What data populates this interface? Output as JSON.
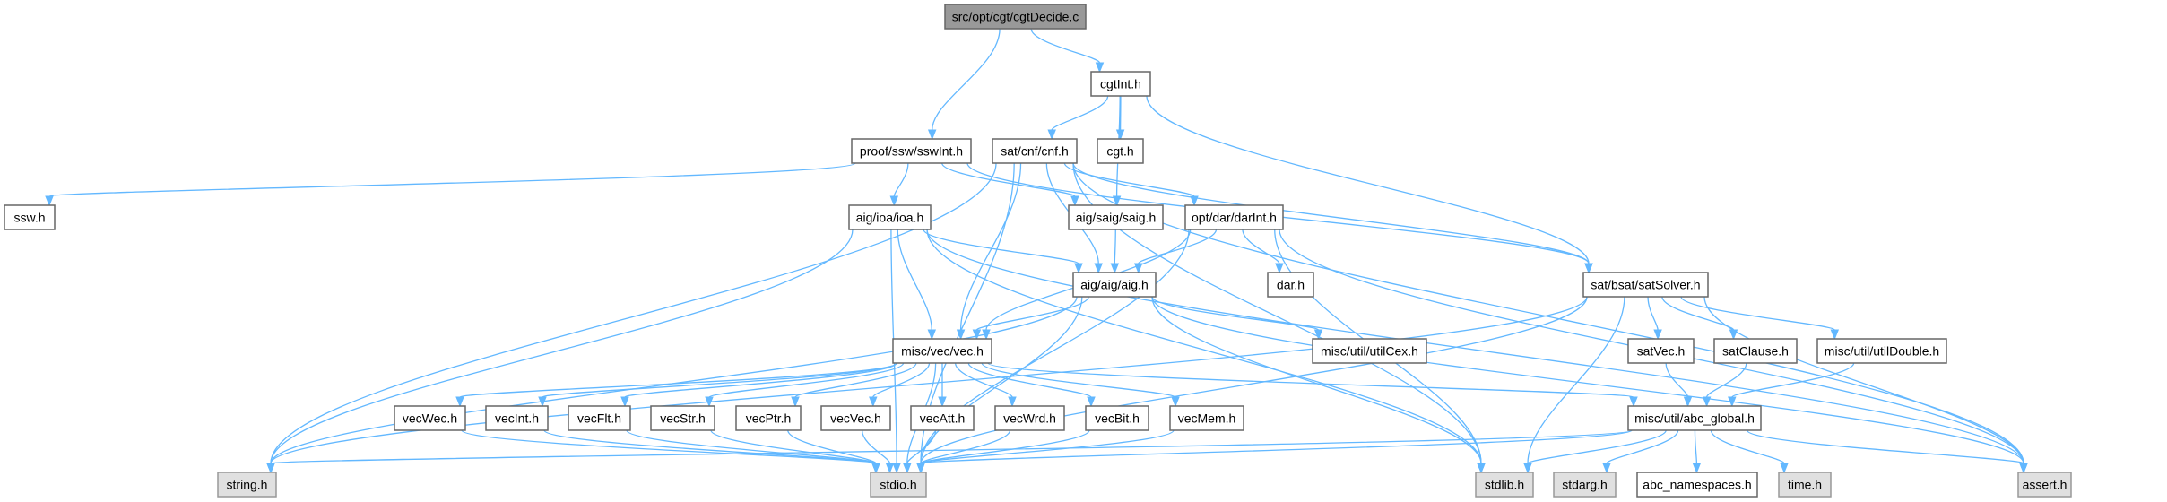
{
  "diagram": {
    "type": "include-dependency-graph",
    "root": "src/opt/cgt/cgtDecide.c",
    "colors": {
      "root_fill": "#999999",
      "root_border": "#666666",
      "node_fill": "#ffffff",
      "node_border": "#666666",
      "system_fill": "#e0e0e0",
      "system_border": "#999999",
      "edge": "#63b8ff"
    },
    "nodes": [
      {
        "id": "root",
        "label": "src/opt/cgt/cgtDecide.c",
        "kind": "root"
      },
      {
        "id": "cgtInt",
        "label": "cgtInt.h",
        "kind": "file"
      },
      {
        "id": "sswInt",
        "label": "proof/ssw/sswInt.h",
        "kind": "file"
      },
      {
        "id": "cnf",
        "label": "sat/cnf/cnf.h",
        "kind": "file"
      },
      {
        "id": "cgt",
        "label": "cgt.h",
        "kind": "file"
      },
      {
        "id": "ssw",
        "label": "ssw.h",
        "kind": "file"
      },
      {
        "id": "ioa",
        "label": "aig/ioa/ioa.h",
        "kind": "file"
      },
      {
        "id": "saig",
        "label": "aig/saig/saig.h",
        "kind": "file"
      },
      {
        "id": "darInt",
        "label": "opt/dar/darInt.h",
        "kind": "file"
      },
      {
        "id": "aig",
        "label": "aig/aig/aig.h",
        "kind": "file"
      },
      {
        "id": "dar",
        "label": "dar.h",
        "kind": "file"
      },
      {
        "id": "satSolver",
        "label": "sat/bsat/satSolver.h",
        "kind": "file"
      },
      {
        "id": "vec",
        "label": "misc/vec/vec.h",
        "kind": "file"
      },
      {
        "id": "utilCex",
        "label": "misc/util/utilCex.h",
        "kind": "file"
      },
      {
        "id": "satVec",
        "label": "satVec.h",
        "kind": "file"
      },
      {
        "id": "satClause",
        "label": "satClause.h",
        "kind": "file"
      },
      {
        "id": "utilDouble",
        "label": "misc/util/utilDouble.h",
        "kind": "file"
      },
      {
        "id": "vecWec",
        "label": "vecWec.h",
        "kind": "file"
      },
      {
        "id": "vecInt",
        "label": "vecInt.h",
        "kind": "file"
      },
      {
        "id": "vecFlt",
        "label": "vecFlt.h",
        "kind": "file"
      },
      {
        "id": "vecStr",
        "label": "vecStr.h",
        "kind": "file"
      },
      {
        "id": "vecPtr",
        "label": "vecPtr.h",
        "kind": "file"
      },
      {
        "id": "vecVec",
        "label": "vecVec.h",
        "kind": "file"
      },
      {
        "id": "vecAtt",
        "label": "vecAtt.h",
        "kind": "file"
      },
      {
        "id": "vecWrd",
        "label": "vecWrd.h",
        "kind": "file"
      },
      {
        "id": "vecBit",
        "label": "vecBit.h",
        "kind": "file"
      },
      {
        "id": "vecMem",
        "label": "vecMem.h",
        "kind": "file"
      },
      {
        "id": "abcGlobal",
        "label": "misc/util/abc_global.h",
        "kind": "file"
      },
      {
        "id": "string",
        "label": "string.h",
        "kind": "system"
      },
      {
        "id": "stdio",
        "label": "stdio.h",
        "kind": "system"
      },
      {
        "id": "stdlib",
        "label": "stdlib.h",
        "kind": "system"
      },
      {
        "id": "stdarg",
        "label": "stdarg.h",
        "kind": "system"
      },
      {
        "id": "abcNamespaces",
        "label": "abc_namespaces.h",
        "kind": "file"
      },
      {
        "id": "time",
        "label": "time.h",
        "kind": "system"
      },
      {
        "id": "assert",
        "label": "assert.h",
        "kind": "system"
      }
    ],
    "edges": [
      [
        "root",
        "sswInt"
      ],
      [
        "root",
        "cgtInt"
      ],
      [
        "cgtInt",
        "cnf"
      ],
      [
        "cgtInt",
        "cgt"
      ],
      [
        "cgtInt",
        "saig"
      ],
      [
        "cgtInt",
        "satSolver"
      ],
      [
        "sswInt",
        "ssw"
      ],
      [
        "sswInt",
        "ioa"
      ],
      [
        "sswInt",
        "saig"
      ],
      [
        "sswInt",
        "satSolver"
      ],
      [
        "cnf",
        "aig"
      ],
      [
        "cnf",
        "darInt"
      ],
      [
        "cnf",
        "vec"
      ],
      [
        "cnf",
        "satSolver"
      ],
      [
        "cnf",
        "string"
      ],
      [
        "cnf",
        "stdio"
      ],
      [
        "cnf",
        "stdlib"
      ],
      [
        "cnf",
        "assert"
      ],
      [
        "ioa",
        "vec"
      ],
      [
        "ioa",
        "aig"
      ],
      [
        "ioa",
        "string"
      ],
      [
        "ioa",
        "stdio"
      ],
      [
        "ioa",
        "stdlib"
      ],
      [
        "ioa",
        "assert"
      ],
      [
        "saig",
        "aig"
      ],
      [
        "darInt",
        "aig"
      ],
      [
        "darInt",
        "dar"
      ],
      [
        "darInt",
        "vec"
      ],
      [
        "darInt",
        "stdio"
      ],
      [
        "darInt",
        "stdlib"
      ],
      [
        "darInt",
        "assert"
      ],
      [
        "aig",
        "vec"
      ],
      [
        "aig",
        "utilCex"
      ],
      [
        "aig",
        "string"
      ],
      [
        "aig",
        "stdio"
      ],
      [
        "aig",
        "stdlib"
      ],
      [
        "aig",
        "assert"
      ],
      [
        "satSolver",
        "satVec"
      ],
      [
        "satSolver",
        "satClause"
      ],
      [
        "satSolver",
        "utilDouble"
      ],
      [
        "satSolver",
        "string"
      ],
      [
        "satSolver",
        "stdio"
      ],
      [
        "satSolver",
        "stdlib"
      ],
      [
        "satSolver",
        "assert"
      ],
      [
        "vec",
        "vecWec"
      ],
      [
        "vec",
        "vecInt"
      ],
      [
        "vec",
        "vecFlt"
      ],
      [
        "vec",
        "vecStr"
      ],
      [
        "vec",
        "vecPtr"
      ],
      [
        "vec",
        "vecVec"
      ],
      [
        "vec",
        "vecAtt"
      ],
      [
        "vec",
        "vecWrd"
      ],
      [
        "vec",
        "vecBit"
      ],
      [
        "vec",
        "vecMem"
      ],
      [
        "vec",
        "abcGlobal"
      ],
      [
        "vec",
        "stdio"
      ],
      [
        "vecWec",
        "stdio"
      ],
      [
        "vecInt",
        "stdio"
      ],
      [
        "vecFlt",
        "stdio"
      ],
      [
        "vecStr",
        "stdio"
      ],
      [
        "vecPtr",
        "stdio"
      ],
      [
        "vecVec",
        "stdio"
      ],
      [
        "vecAtt",
        "stdio"
      ],
      [
        "vecWrd",
        "stdio"
      ],
      [
        "vecBit",
        "stdio"
      ],
      [
        "vecMem",
        "stdio"
      ],
      [
        "satVec",
        "abcGlobal"
      ],
      [
        "satClause",
        "abcGlobal"
      ],
      [
        "utilDouble",
        "abcGlobal"
      ],
      [
        "abcGlobal",
        "string"
      ],
      [
        "abcGlobal",
        "stdio"
      ],
      [
        "abcGlobal",
        "stdlib"
      ],
      [
        "abcGlobal",
        "stdarg"
      ],
      [
        "abcGlobal",
        "abcNamespaces"
      ],
      [
        "abcGlobal",
        "time"
      ],
      [
        "abcGlobal",
        "assert"
      ]
    ]
  }
}
